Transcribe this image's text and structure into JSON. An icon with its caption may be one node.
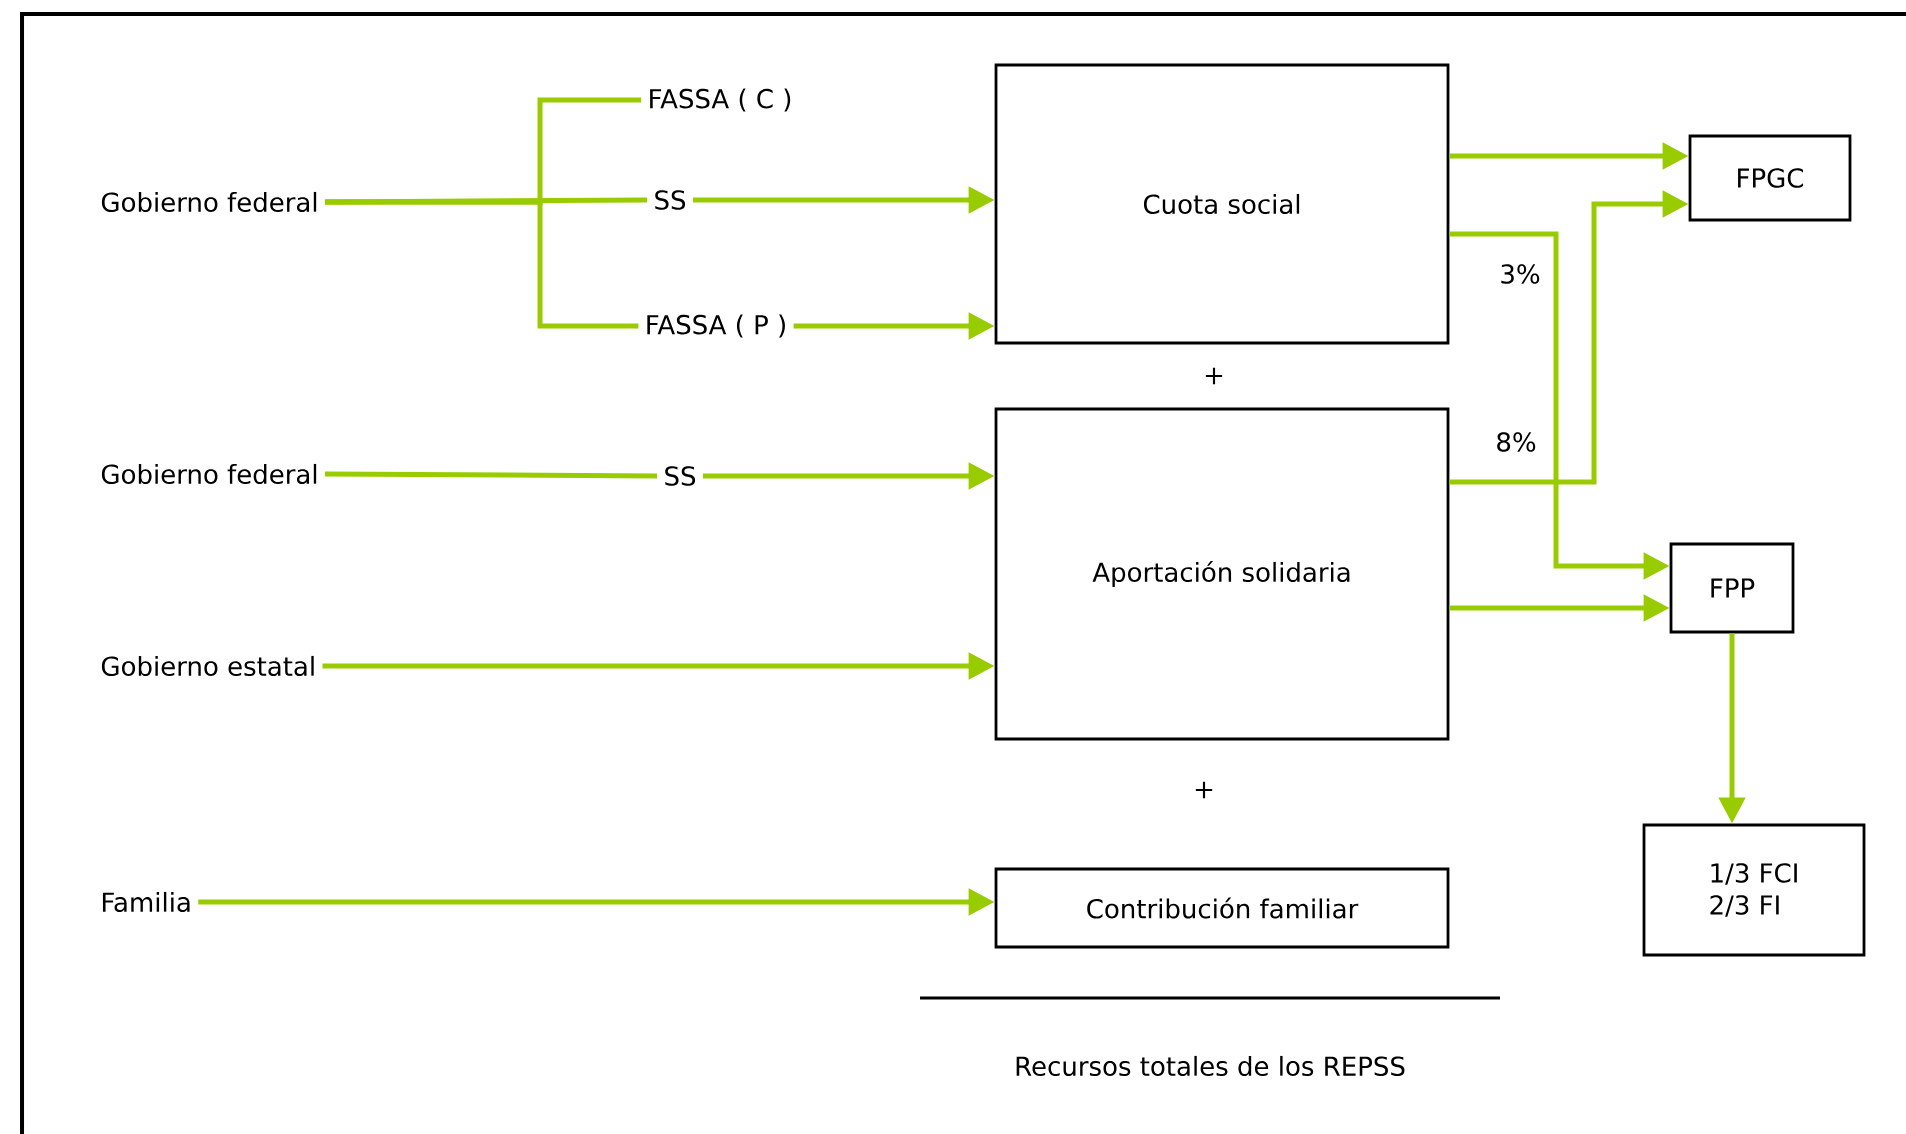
{
  "diagram": {
    "nodes": [
      {
        "text": [
          "Gobierno federal"
        ]
      },
      {
        "text": [
          "FASSA ( C )"
        ]
      },
      {
        "text": [
          "SS"
        ]
      },
      {
        "text": [
          "FASSA ( P )"
        ]
      },
      {
        "text": [
          "Cuota social"
        ]
      },
      {
        "text": [
          "Gobierno federal"
        ]
      },
      {
        "text": [
          "SS"
        ]
      },
      {
        "text": [
          "Aportación solidaria"
        ]
      },
      {
        "text": [
          "Gobierno estatal"
        ]
      },
      {
        "text": [
          "Familia"
        ]
      },
      {
        "text": [
          "Contribución familiar"
        ]
      },
      {
        "text": [
          "FPGC"
        ]
      },
      {
        "text": [
          "FPP"
        ]
      },
      {
        "text": [
          "1/3 FCI",
          "2/3 FI"
        ]
      }
    ],
    "edges": [
      {
        "from": 0,
        "to": 1,
        "arrow": "none"
      },
      {
        "from": 0,
        "to": 2,
        "arrow": "none"
      },
      {
        "from": 0,
        "to": 3,
        "arrow": "none"
      },
      {
        "from": 2,
        "to": 4,
        "arrow": "to"
      },
      {
        "from": 3,
        "to": 4,
        "arrow": "to"
      },
      {
        "from": 5,
        "to": 6,
        "arrow": "none"
      },
      {
        "from": 6,
        "to": 7,
        "arrow": "to"
      },
      {
        "from": 8,
        "to": 7,
        "arrow": "to"
      },
      {
        "from": 9,
        "to": 10,
        "arrow": "to"
      },
      {
        "from": 4,
        "to": 11,
        "arrow": "to"
      },
      {
        "from": 4,
        "to": 12,
        "arrow": "to",
        "label": "3%"
      },
      {
        "from": 7,
        "to": 11,
        "arrow": "to",
        "label": "8%"
      },
      {
        "from": 7,
        "to": 12,
        "arrow": "to"
      },
      {
        "from": 12,
        "to": 13,
        "arrow": "to"
      }
    ],
    "labels": [
      "+",
      "+",
      "Recursos totales de los REPSS"
    ]
  }
}
